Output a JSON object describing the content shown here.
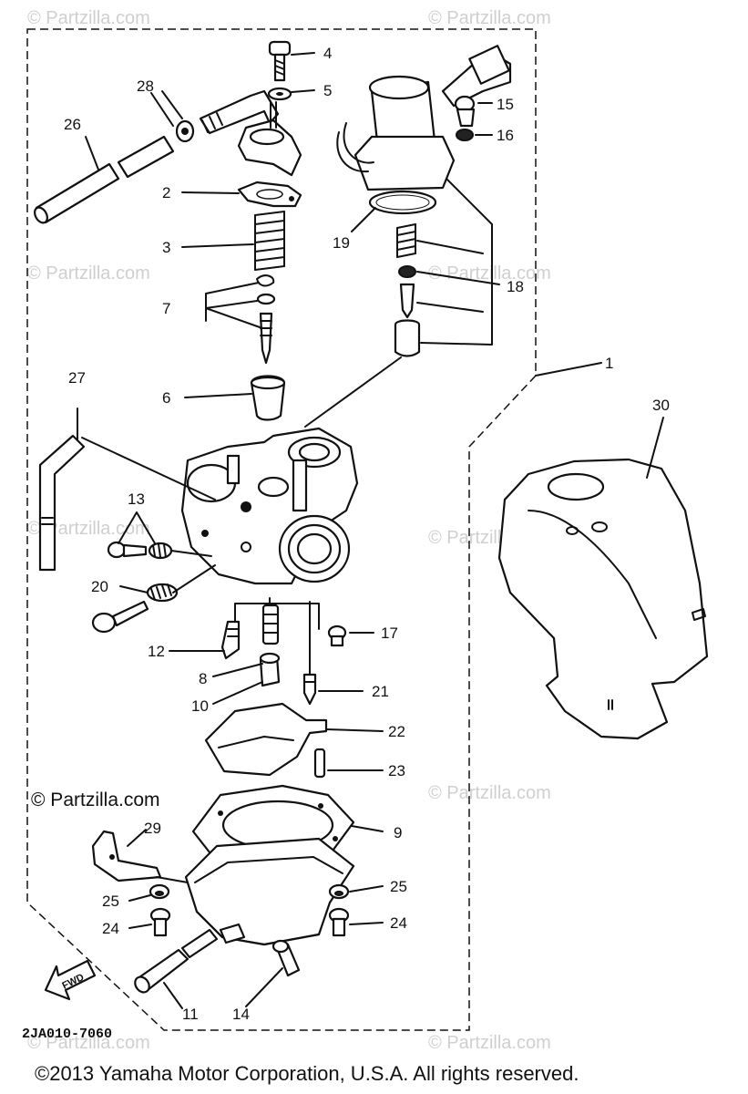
{
  "diagram": {
    "parts": [
      {
        "id": "p1",
        "label": "1"
      },
      {
        "id": "p2",
        "label": "2"
      },
      {
        "id": "p3",
        "label": "3"
      },
      {
        "id": "p4",
        "label": "4"
      },
      {
        "id": "p5",
        "label": "5"
      },
      {
        "id": "p6",
        "label": "6"
      },
      {
        "id": "p7",
        "label": "7"
      },
      {
        "id": "p8",
        "label": "8"
      },
      {
        "id": "p9",
        "label": "9"
      },
      {
        "id": "p10",
        "label": "10"
      },
      {
        "id": "p11",
        "label": "11"
      },
      {
        "id": "p12",
        "label": "12"
      },
      {
        "id": "p13",
        "label": "13"
      },
      {
        "id": "p14",
        "label": "14"
      },
      {
        "id": "p15",
        "label": "15"
      },
      {
        "id": "p16",
        "label": "16"
      },
      {
        "id": "p17",
        "label": "17"
      },
      {
        "id": "p18",
        "label": "18"
      },
      {
        "id": "p19",
        "label": "19"
      },
      {
        "id": "p20",
        "label": "20"
      },
      {
        "id": "p21",
        "label": "21"
      },
      {
        "id": "p22",
        "label": "22"
      },
      {
        "id": "p23",
        "label": "23"
      },
      {
        "id": "p24a",
        "label": "24"
      },
      {
        "id": "p24b",
        "label": "24"
      },
      {
        "id": "p25a",
        "label": "25"
      },
      {
        "id": "p25b",
        "label": "25"
      },
      {
        "id": "p26",
        "label": "26"
      },
      {
        "id": "p27",
        "label": "27"
      },
      {
        "id": "p28",
        "label": "28"
      },
      {
        "id": "p29",
        "label": "29"
      },
      {
        "id": "p30",
        "label": "30"
      }
    ],
    "diagram_code": "2JA010-7060",
    "fwd_label": "FWD",
    "copyright_mark": "© Partzilla.com",
    "watermark_text": "© Partzilla.com",
    "footer": "©2013 Yamaha Motor Corporation, U.S.A. All rights reserved."
  }
}
